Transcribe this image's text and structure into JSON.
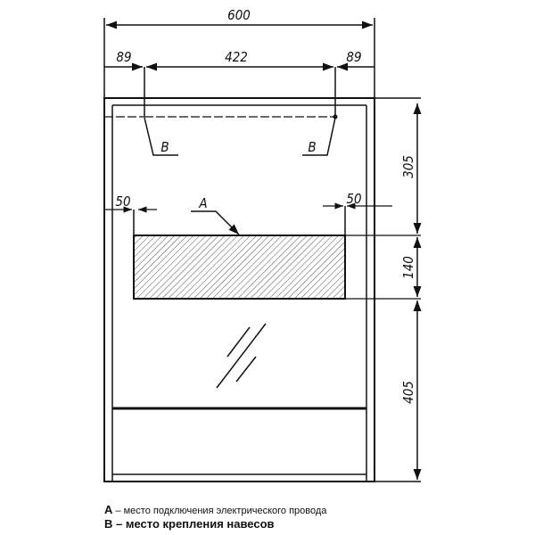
{
  "drawing": {
    "dimensions": {
      "overall_width": "600",
      "left_offset": "89",
      "center_span": "422",
      "right_offset": "89",
      "top_height": "305",
      "socket_height": "140",
      "bottom_height": "405",
      "left_inset": "50",
      "right_inset": "50"
    },
    "callouts": {
      "a": "A",
      "b_left": "B",
      "b_right": "B"
    }
  },
  "legend": {
    "a_key": "A",
    "a_text": " – место подключения электрического провода",
    "b_key": "B",
    "b_text": " – место крепления навесов"
  }
}
